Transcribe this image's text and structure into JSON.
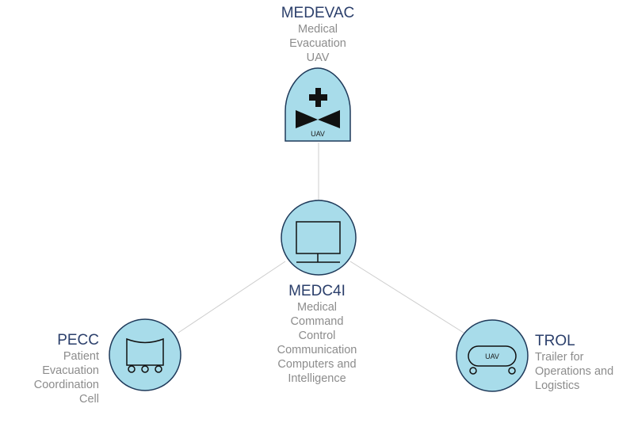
{
  "nodes": {
    "medevac": {
      "abbr": "MEDEVAC",
      "desc": [
        "Medical",
        "Evacuation",
        "UAV"
      ],
      "badge": "UAV",
      "icon": "medical-uav-icon"
    },
    "medc4i": {
      "abbr": "MEDC4I",
      "desc": [
        "Medical",
        "Command",
        "Control",
        "Communication",
        "Computers and",
        "Intelligence"
      ],
      "icon": "computer-monitor-icon"
    },
    "pecc": {
      "abbr": "PECC",
      "desc": [
        "Patient",
        "Evacuation",
        "Coordination",
        "Cell"
      ],
      "icon": "cart-icon"
    },
    "trol": {
      "abbr": "TROL",
      "desc": [
        "Trailer for",
        "Operations and",
        "Logistics"
      ],
      "badge": "UAV",
      "icon": "trailer-icon"
    }
  },
  "colors": {
    "node_fill": "#a8dcea",
    "node_stroke": "#1f3a5a",
    "connector": "#cccccc",
    "abbr_text": "#2b3f6b",
    "desc_text": "#8c8c8c"
  }
}
